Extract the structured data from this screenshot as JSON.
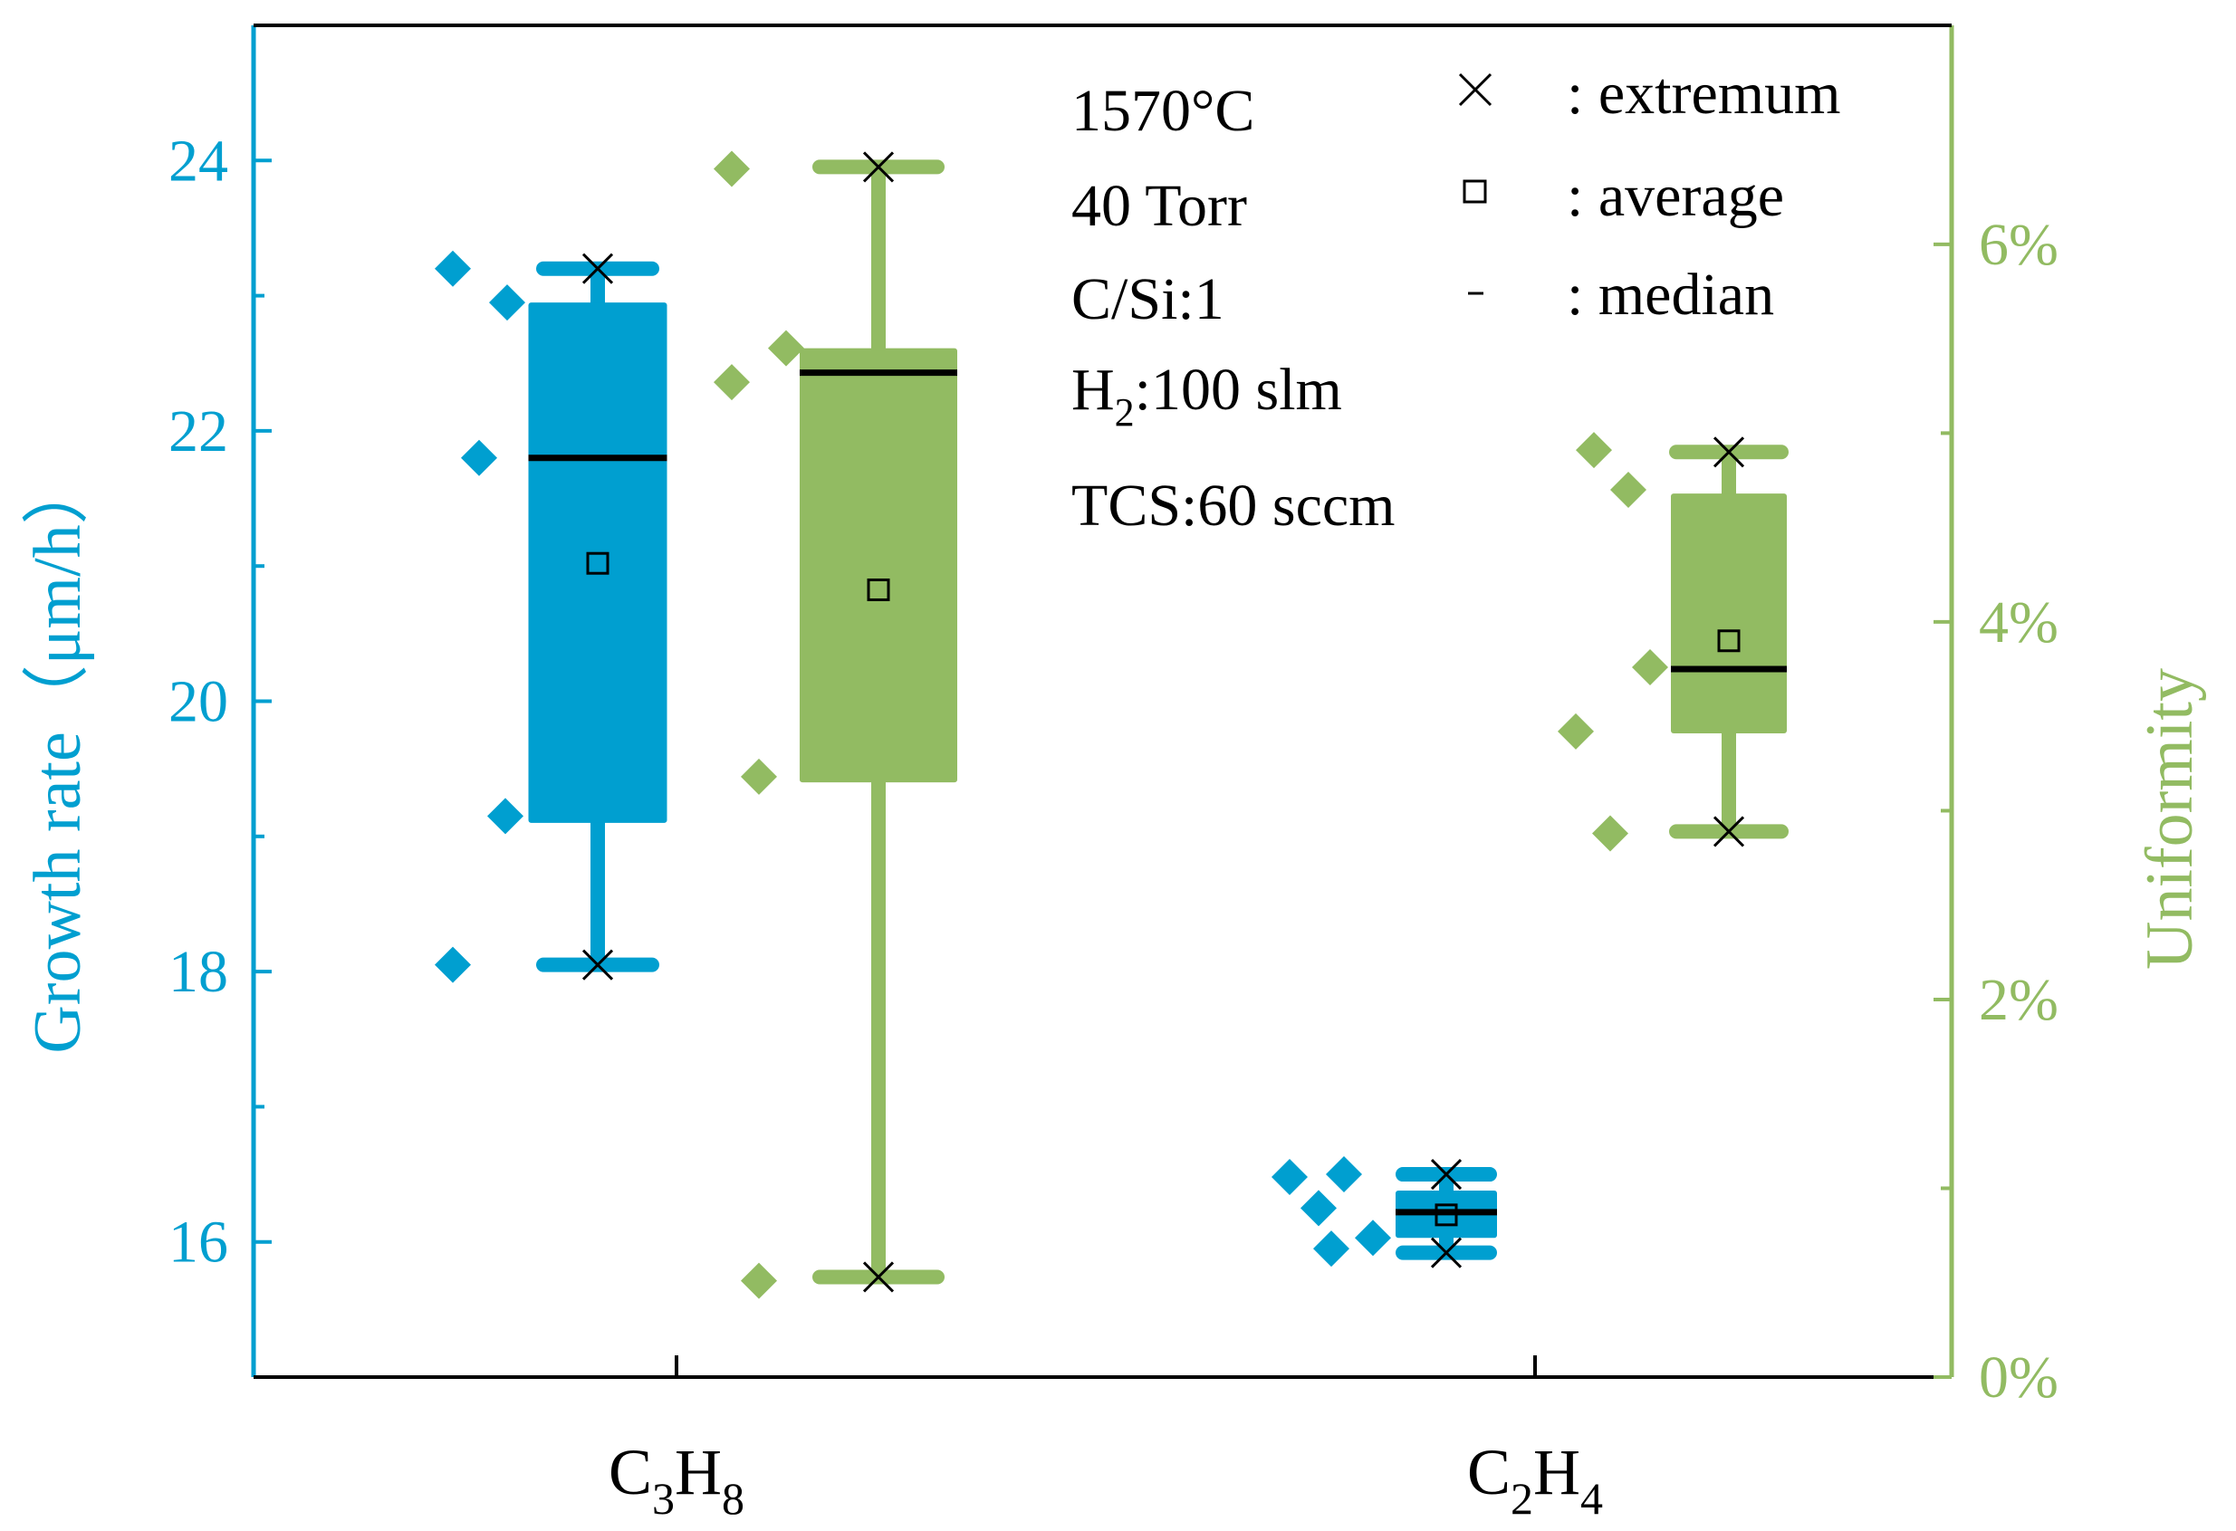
{
  "chart_data": {
    "type": "box",
    "categories": [
      {
        "base": "C",
        "sub1": "3",
        "mid": "H",
        "sub2": "8"
      },
      {
        "base": "C",
        "sub1": "2",
        "mid": "H",
        "sub2": "4"
      }
    ],
    "left_axis": {
      "label": "Growth rate（μm/h）",
      "color": "#009fd0",
      "ylim": [
        15,
        25
      ],
      "ticks": [
        16,
        18,
        20,
        22,
        24
      ],
      "minor_ticks": [
        17,
        19,
        21,
        23
      ]
    },
    "right_axis": {
      "label": "Uniformity",
      "color": "#92bb62",
      "ylim": [
        0,
        0.0716
      ],
      "ticks": [
        0,
        0.02,
        0.04,
        0.06
      ],
      "tick_labels": [
        "0%",
        "2%",
        "4%",
        "6%"
      ],
      "minor_ticks": [
        0.01,
        0.03,
        0.05
      ]
    },
    "series": [
      {
        "axis": "left",
        "category": 0,
        "points": [
          23.2,
          22.95,
          21.8,
          19.15,
          18.05
        ],
        "box": {
          "q1": 19.1,
          "q3": 22.95,
          "median": 21.8,
          "mean": 21.02,
          "min": 18.05,
          "max": 23.2
        }
      },
      {
        "axis": "right",
        "category": 0,
        "points": [
          0.064,
          0.0545,
          0.0527,
          0.0318,
          0.0051
        ],
        "box": {
          "q1": 0.0315,
          "q3": 0.0545,
          "median": 0.0532,
          "mean": 0.0417,
          "min": 0.0053,
          "max": 0.0641
        }
      },
      {
        "axis": "left",
        "category": 1,
        "points": [
          16.48,
          16.5,
          16.25,
          15.95,
          16.03
        ],
        "box": {
          "q1": 16.03,
          "q3": 16.38,
          "median": 16.22,
          "mean": 16.2,
          "min": 15.92,
          "max": 16.5
        }
      },
      {
        "axis": "right",
        "category": 1,
        "points": [
          0.0491,
          0.047,
          0.0376,
          0.0342,
          0.0288
        ],
        "box": {
          "q1": 0.0341,
          "q3": 0.0468,
          "median": 0.0375,
          "mean": 0.039,
          "min": 0.0289,
          "max": 0.049
        }
      }
    ],
    "annotations": {
      "line1": "1570°C",
      "line2": "40 Torr",
      "line3": "C/Si:1",
      "line4": {
        "base": "H",
        "sub": "2",
        "rest": ":100 slm"
      },
      "line5": "TCS:60 sccm"
    },
    "legend": [
      {
        "symbol": "cross-icon",
        "label": ": extremum"
      },
      {
        "symbol": "square-icon",
        "label": ": average"
      },
      {
        "symbol": "dash-icon",
        "label": ": median"
      }
    ],
    "grid": false,
    "legend_placement": "top-right"
  }
}
